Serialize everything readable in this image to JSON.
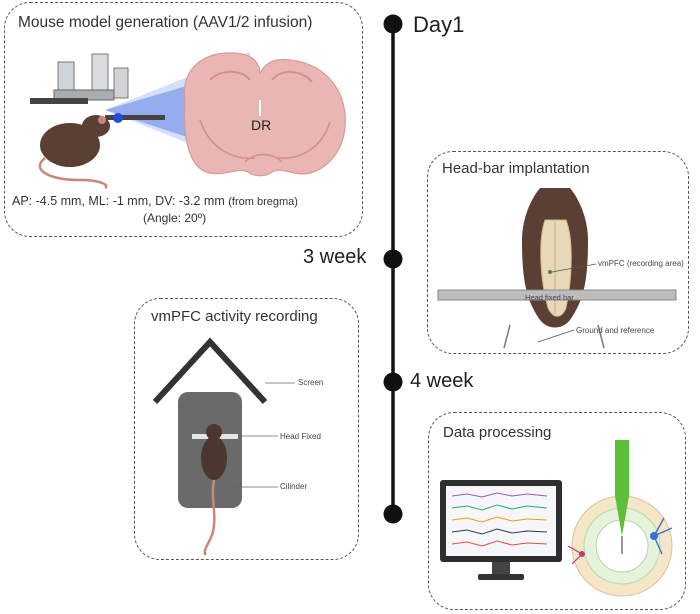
{
  "timeline": {
    "day1": "Day1",
    "week3": "3 week",
    "week4": "4 week"
  },
  "panel_model": {
    "title": "Mouse model generation (AAV1/2 infusion)",
    "region_label": "DR",
    "coords_main": "AP: -4.5 mm,  ML: -1 mm, DV: -3.2 mm",
    "coords_suffix": "(from bregma)",
    "angle": "(Angle: 20º)"
  },
  "panel_headbar": {
    "title": "Head-bar implantation",
    "vmpfc_label": "vmPFC (recording area)",
    "bar_label": "Head fixed bar",
    "ground_label": "Ground and reference"
  },
  "panel_recording": {
    "title": "vmPFC activity recording",
    "screen_label": "Screen",
    "headfixed_label": "Head Fixed",
    "cilinder_label": "Cilinder"
  },
  "panel_processing": {
    "title": "Data processing"
  },
  "colors": {
    "timeline": "#111111",
    "brain": "#e9b6b3",
    "light_beam": "#1f4fd8",
    "mouse": "#5a4034",
    "probe": "#5bbf3a",
    "monitor": "#2e2e2e"
  }
}
